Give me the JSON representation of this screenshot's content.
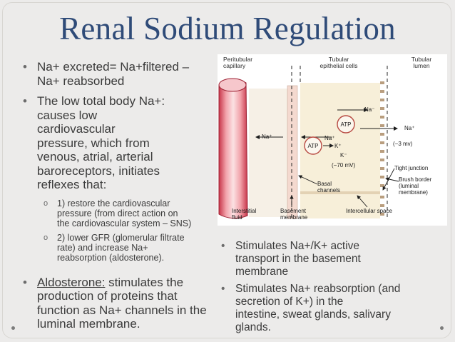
{
  "slide": {
    "title": "Renal Sodium Regulation",
    "left_bullets": [
      "Na+ excreted= Na+filtered –\nNa+ reabsorbed",
      "The low total body Na+:\ncauses low\ncardiovascular\npressure, which from\nvenous, atrial, arterial\nbaroreceptors, initiates\nreflexes that:"
    ],
    "sub_bullets": [
      "1) restore the cardiovascular\npressure (from direct action on\nthe cardiovascular system – SNS)",
      "2) lower GFR (glomerular filtrate\nrate) and increase Na+\nreabsorption (aldosterone)."
    ],
    "aldosterone_term": "Aldosterone:",
    "aldosterone_text": " stimulates the\nproduction of proteins that\nfunction as Na+ channels in the\nluminal membrane.",
    "right_bullets": [
      "Stimulates Na+/K+ active\ntransport in the basement\nmembrane",
      "Stimulates Na+ reabsorption (and\nsecretion of K+) in the\nintestine, sweat glands, salivary\nglands."
    ]
  },
  "diagram": {
    "peritubular_capillary": "Peritubular\ncapillary",
    "tubular_epithelial_cells": "Tubular\nepithelial cells",
    "tubular_lumen": "Tubular\nlumen",
    "na_minus_top": "Na⁻",
    "atp_upper": "ATP",
    "na_plus_left": "Na⁺",
    "na_plus_mid": "Na⁺",
    "na_plus_right": "Na⁺",
    "atp_lower": "ATP",
    "k_plus_1": "K⁺",
    "k_plus_2": "K⁻",
    "minus_3_mv": "(−3 mv)",
    "minus_70_mv": "(−70 mV)",
    "tight_junction": "Tight junction",
    "brush_border": "Brush border\n(luminal\nmembrane)",
    "basal_channels": "Basal\nchannels",
    "interstitial_fluid": "Interstitial\nfluid",
    "basement_membrane": "Basement\nmembrane",
    "intercellular_space": "Intercellular space"
  }
}
